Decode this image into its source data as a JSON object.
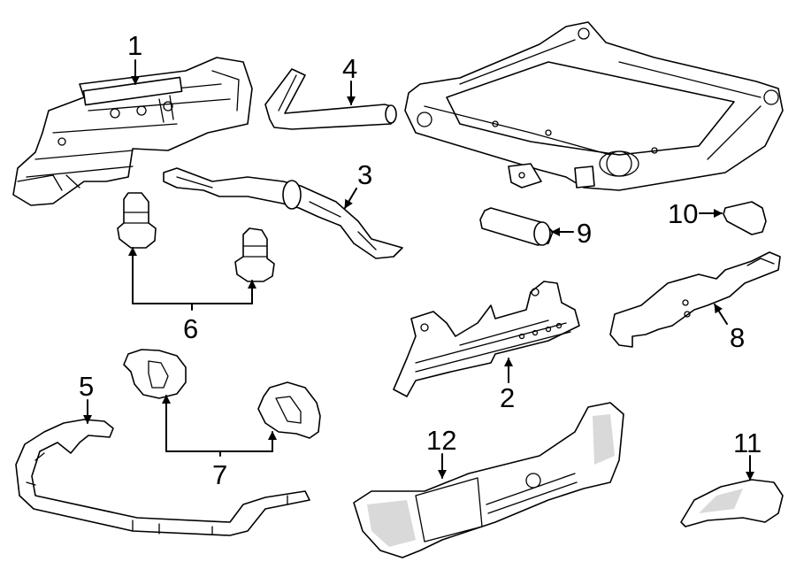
{
  "callouts": {
    "c1": "1",
    "c2": "2",
    "c3": "3",
    "c4": "4",
    "c5": "5",
    "c6": "6",
    "c7": "7",
    "c8": "8",
    "c9": "9",
    "c10": "10",
    "c11": "11",
    "c12": "12"
  },
  "colors": {
    "line": "#000000",
    "fill": "#ffffff",
    "shade": "#d9d9d9"
  }
}
